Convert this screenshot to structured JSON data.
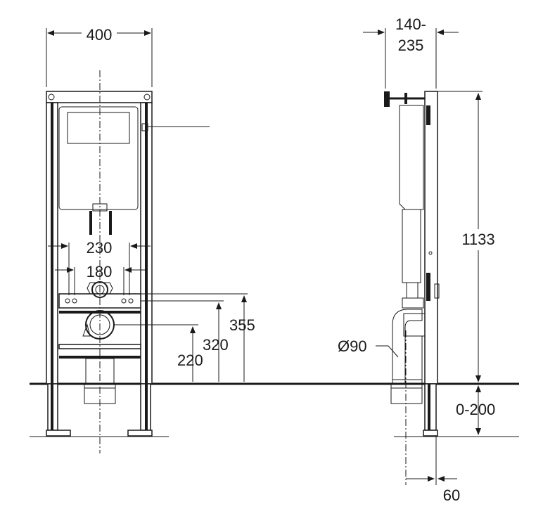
{
  "front_view": {
    "width": "400",
    "spacing_outer": "230",
    "spacing_inner": "180",
    "height_355": "355",
    "height_320": "320",
    "height_220": "220"
  },
  "side_view": {
    "depth_line1": "140-",
    "depth_line2": "235",
    "frame_height": "1133",
    "pipe_diameter": "Ø90",
    "adjust_range": "0-200",
    "pipe_offset": "60"
  }
}
